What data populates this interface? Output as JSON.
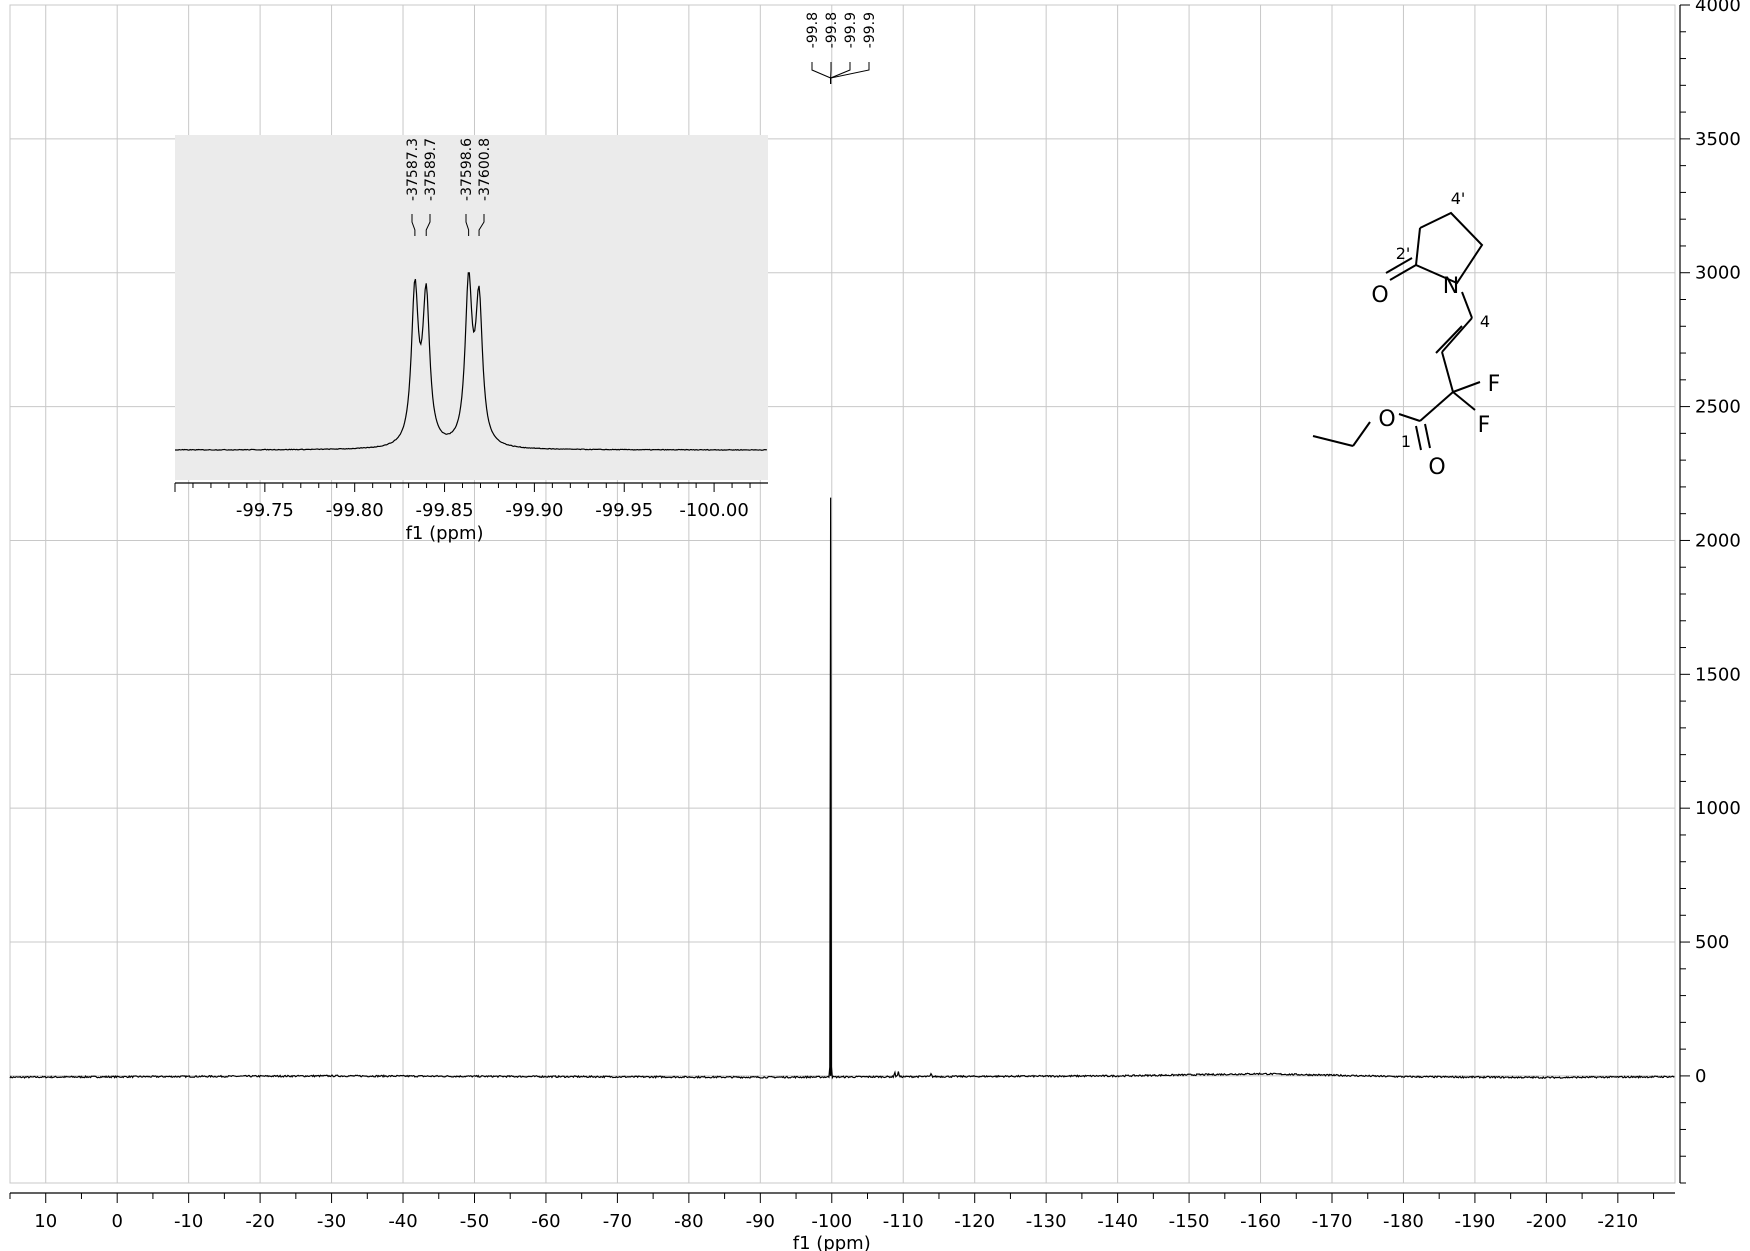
{
  "chart_data": {
    "type": "line",
    "main": {
      "xlabel": "f1 (ppm)",
      "xlim": [
        15,
        -218
      ],
      "ylim": [
        -400,
        4000
      ],
      "x_ticks": [
        10,
        0,
        -10,
        -20,
        -30,
        -40,
        -50,
        -60,
        -70,
        -80,
        -90,
        -100,
        -110,
        -120,
        -130,
        -140,
        -150,
        -160,
        -170,
        -180,
        -190,
        -200,
        -210
      ],
      "y_ticks": [
        0,
        500,
        1000,
        1500,
        2000,
        2500,
        3000,
        3500,
        4000
      ],
      "peak_labels": [
        "-99.8",
        "-99.8",
        "-99.9",
        "-99.9"
      ],
      "peaks": [
        {
          "x": -99.84,
          "y": 2160
        },
        {
          "x": -108.8,
          "y": 18
        },
        {
          "x": -109.3,
          "y": 22
        },
        {
          "x": -113.9,
          "y": 10
        }
      ],
      "baseline": [
        [
          15,
          -5
        ],
        [
          -30,
          0
        ],
        [
          -90,
          -5
        ],
        [
          -140,
          0
        ],
        [
          -160,
          8
        ],
        [
          -180,
          -3
        ],
        [
          -200,
          -6
        ],
        [
          -218,
          -3
        ]
      ],
      "grid": true
    },
    "inset": {
      "xlabel": "f1 (ppm)",
      "xlim": [
        -99.7,
        -100.03
      ],
      "x_ticks": [
        -99.75,
        -99.8,
        -99.85,
        -99.9,
        -99.95,
        -100.0
      ],
      "peak_labels": [
        "-37587.3",
        "-37589.7",
        "-37598.6",
        "-37600.8"
      ],
      "peaks": [
        {
          "x": -99.8335,
          "height": 0.9
        },
        {
          "x": -99.8398,
          "height": 0.86
        },
        {
          "x": -99.8634,
          "height": 0.93
        },
        {
          "x": -99.8692,
          "height": 0.83
        }
      ]
    }
  },
  "structure": {
    "atoms": [
      "O",
      "N",
      "O",
      "O",
      "F",
      "F"
    ],
    "labels": [
      "4'",
      "2'",
      "4",
      "1"
    ]
  },
  "colors": {
    "line": "#000000",
    "grid": "#c8c8c8",
    "inset_bg": "#ebebeb"
  }
}
